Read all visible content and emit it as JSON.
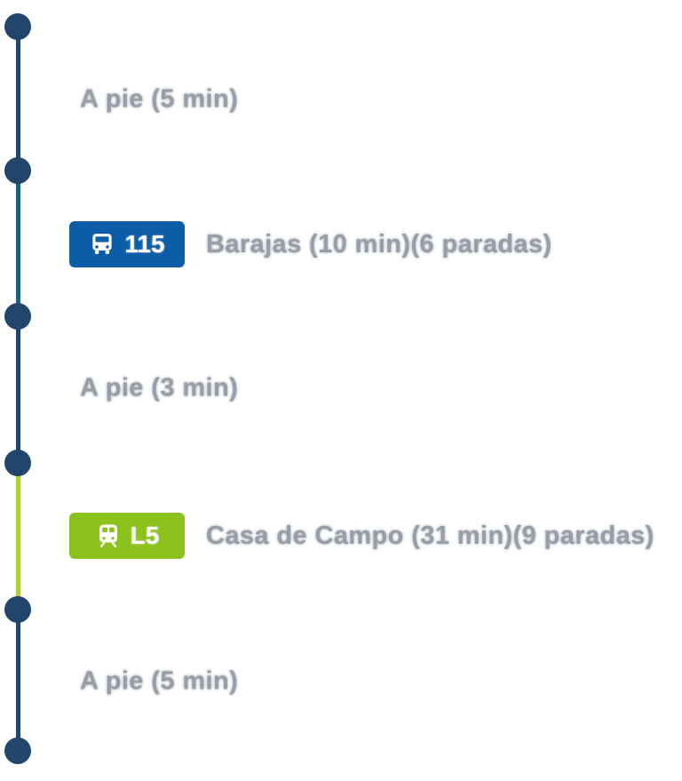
{
  "itinerary": {
    "steps": [
      {
        "type": "walk",
        "icon": "walk",
        "label": "A pie (5 min)"
      },
      {
        "type": "bus",
        "icon": "bus-icon",
        "line": "115",
        "label": "Barajas (10 min)(6 paradas)"
      },
      {
        "type": "walk",
        "icon": "walk",
        "label": "A pie (3 min)"
      },
      {
        "type": "metro",
        "icon": "metro-icon",
        "line": "L5",
        "label": "Casa de Campo (31 min)(9 paradas)"
      },
      {
        "type": "walk",
        "icon": "walk",
        "label": "A pie (5 min)"
      }
    ],
    "colors": {
      "dot": "#22456b",
      "walk_line": "#22456b",
      "bus_line": "#1d5d86",
      "metro_line": "#a9d03c",
      "bus_badge": "#0d5ca8",
      "metro_badge": "#8cc21c",
      "label_text": "#979ea8"
    }
  }
}
